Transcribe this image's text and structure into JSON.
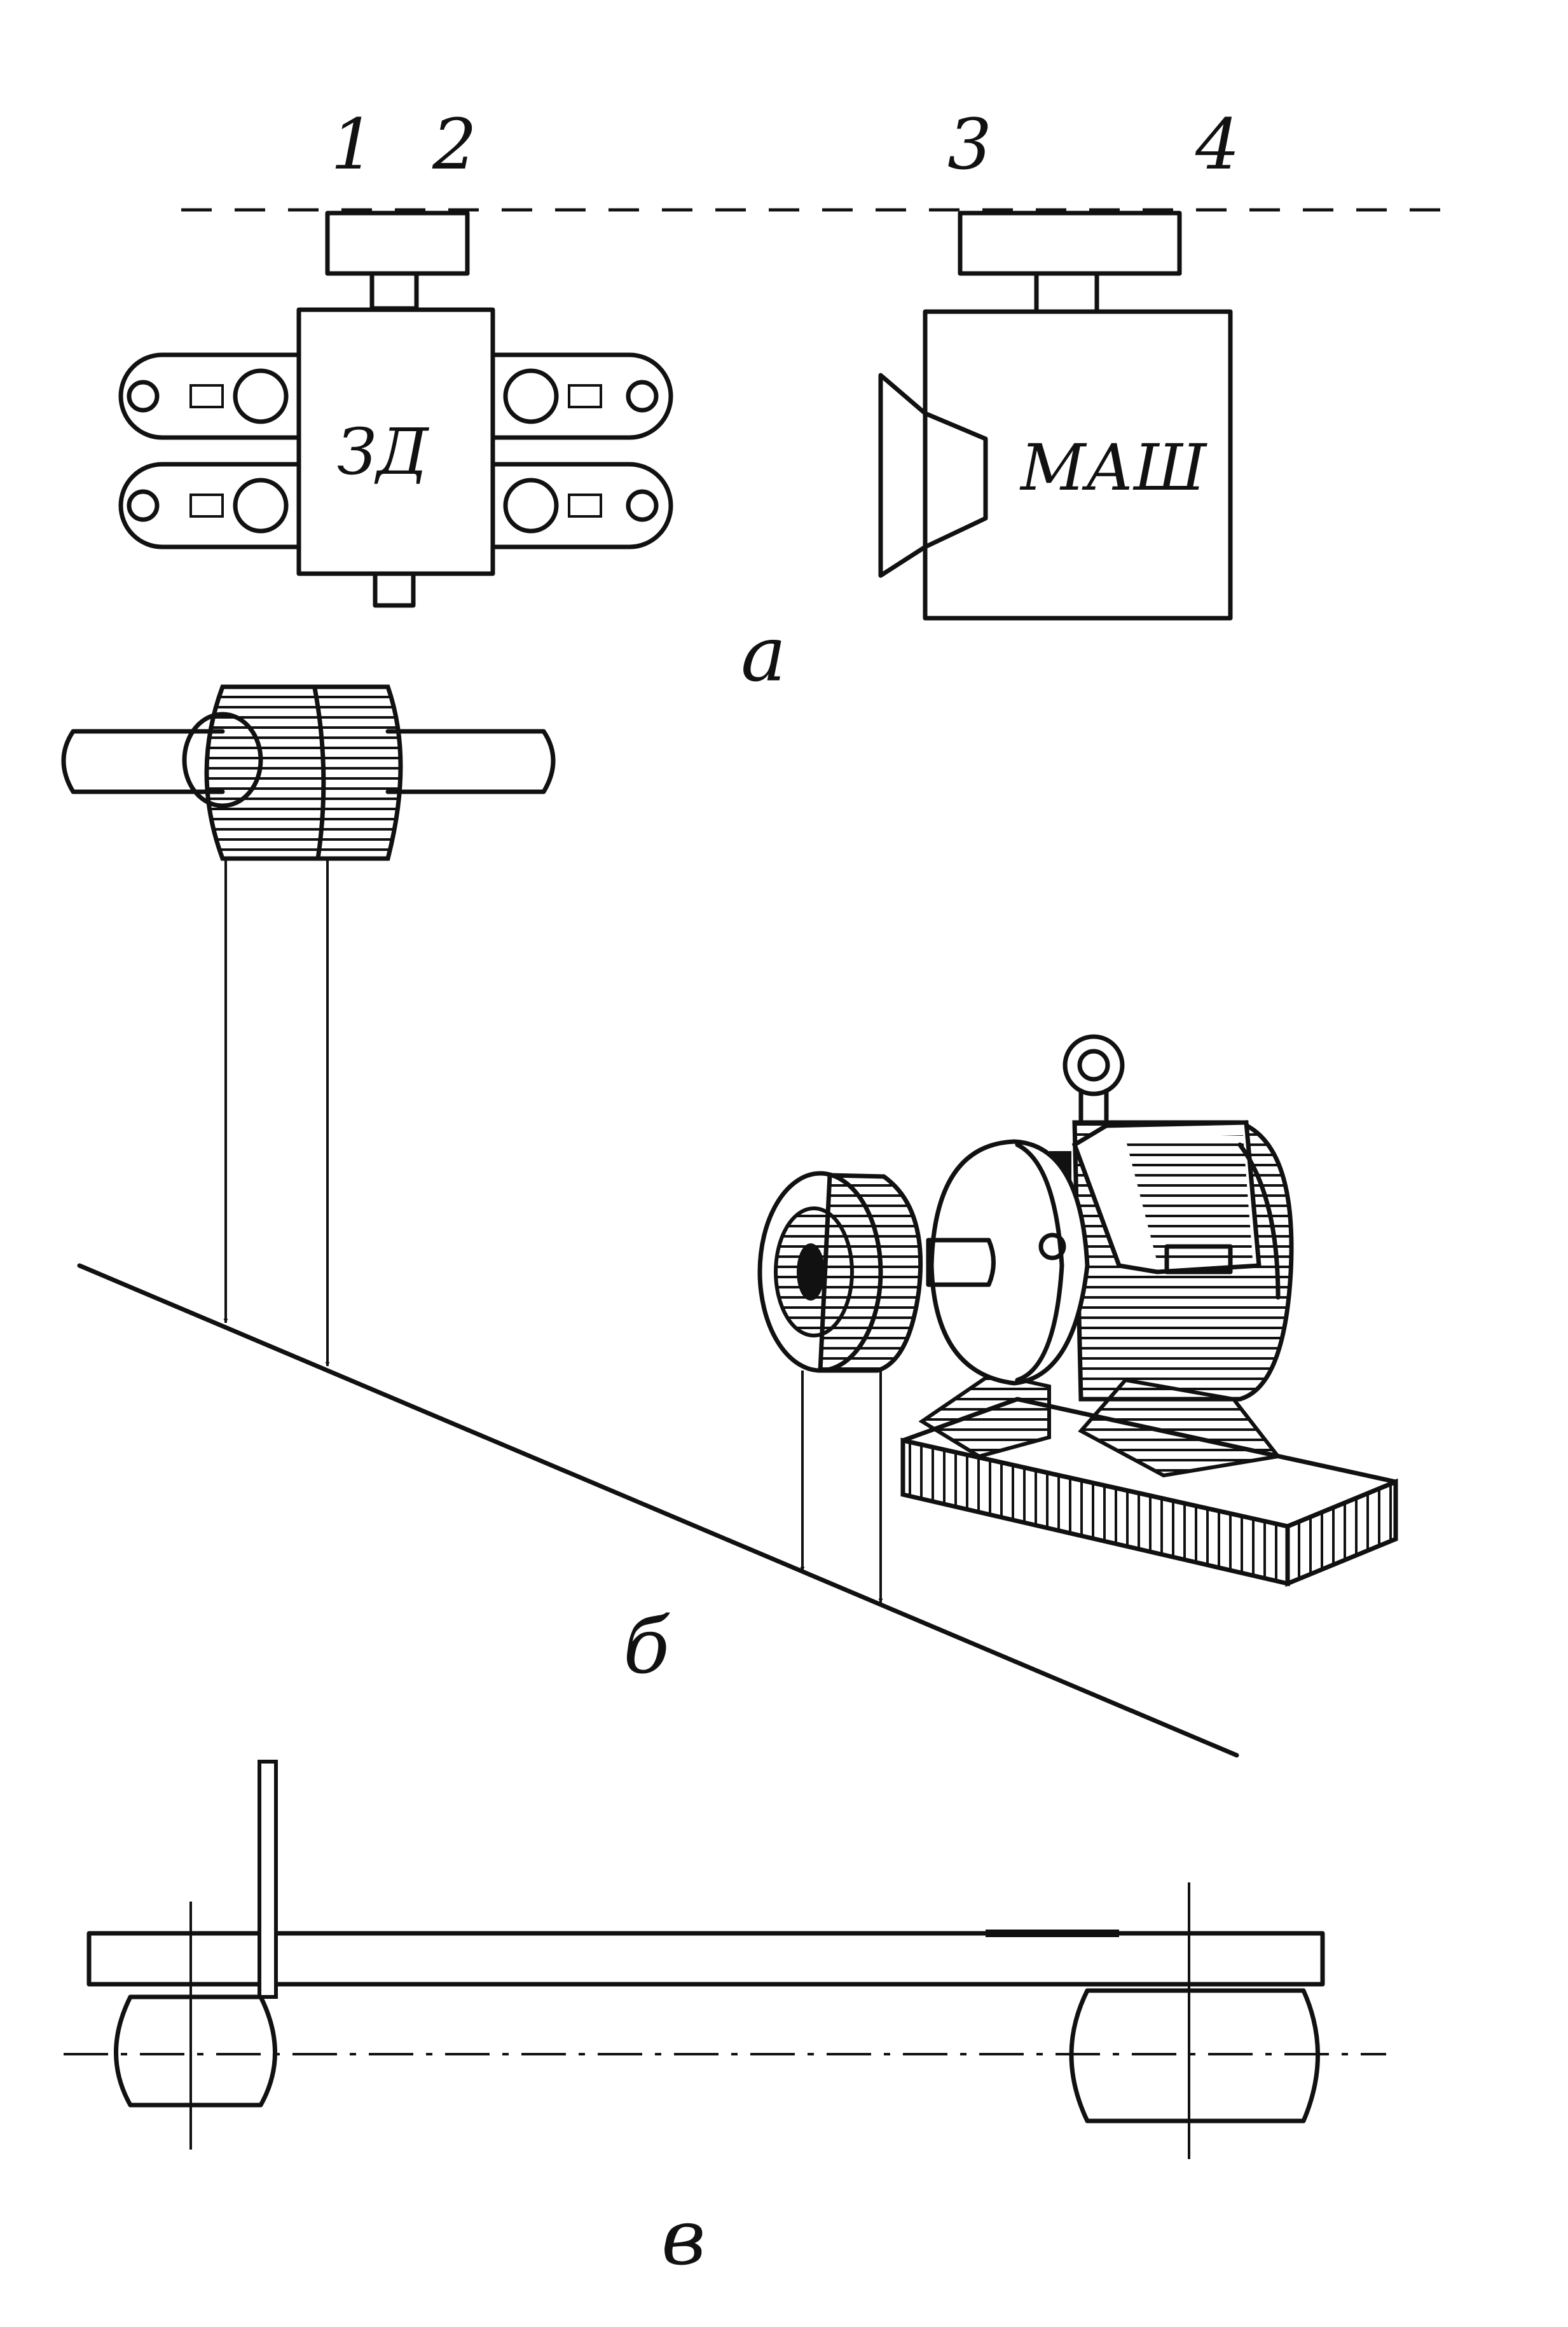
{
  "part_a": {
    "points": [
      "1",
      "2",
      "3",
      "4"
    ],
    "motor_label": "ЗД",
    "machine_label": "МАШ",
    "caption": "а"
  },
  "part_b": {
    "caption": "б"
  },
  "part_v": {
    "caption": "в"
  }
}
